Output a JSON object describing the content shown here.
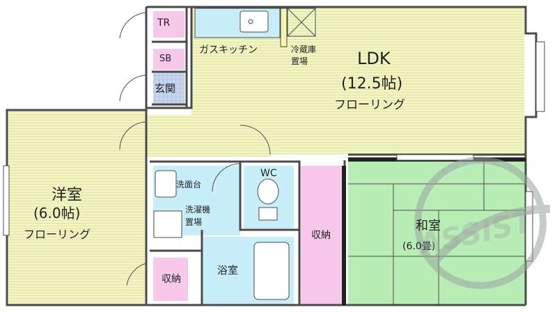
{
  "rooms": {
    "tr": "TR",
    "sb": "SB",
    "entrance": "玄関",
    "kitchen": "ガスキッチン",
    "fridge": "冷蔵庫\n置場",
    "ldk_name": "LDK",
    "ldk_size": "(12.5帖)",
    "ldk_floor": "フローリング",
    "western_name": "洋室",
    "western_size": "(6.0帖)",
    "western_floor": "フローリング",
    "washbasin": "洗面台",
    "laundry": "洗濯機\n置場",
    "wc": "WC",
    "storage_center": "収納",
    "storage_left": "収納",
    "bath": "浴室",
    "japanese_name": "和室",
    "japanese_size": "(6.0畳)"
  },
  "watermark": "ASSIST",
  "colors": {
    "wall": "#4a4a4a",
    "flooring": "#f2f4c4",
    "tatami": "#b9edb6",
    "wet_area": "#c8eefa",
    "closet": "#f7c8ea",
    "entrance_tile": "#c5d5ee",
    "watermark": "#9ba3a0"
  }
}
